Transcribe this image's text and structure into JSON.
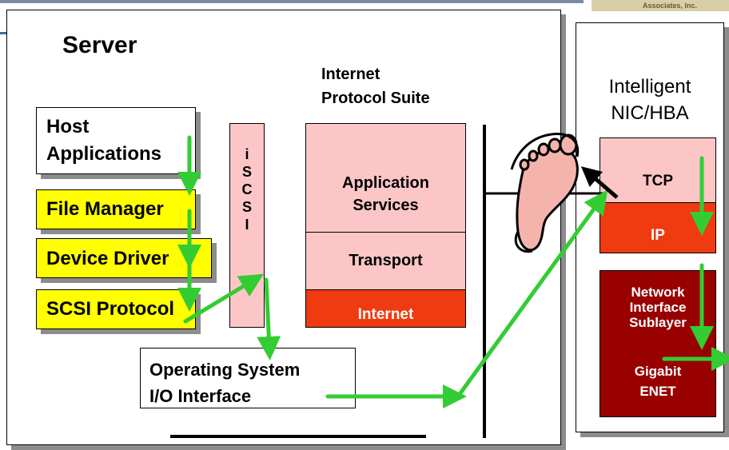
{
  "logo": "Associates, Inc.",
  "server": {
    "title": "Server",
    "host_applications": [
      "Host",
      "Applications"
    ],
    "file_manager": "File Manager",
    "device_driver": "Device Driver",
    "scsi_protocol": "SCSI Protocol",
    "iscsi_letters": [
      "i",
      "S",
      "C",
      "S",
      "I"
    ],
    "ips_title": [
      "Internet",
      "Protocol Suite"
    ],
    "application_services": [
      "Application",
      "Services"
    ],
    "transport": "Transport",
    "internet": "Internet",
    "os_io": [
      "Operating System",
      "I/O Interface"
    ]
  },
  "nic": {
    "title": [
      "Intelligent",
      "NIC/HBA"
    ],
    "tcp": "TCP",
    "ip": "IP",
    "network_interface": [
      "Network",
      "Interface",
      "Sublayer"
    ],
    "gigabit": [
      "Gigabit",
      "ENET"
    ]
  },
  "colors": {
    "arrow": "#33cc33",
    "yellow": "#ffff00",
    "pink": "#fcc6c6",
    "red": "#f03a10",
    "dark_red": "#990000"
  }
}
